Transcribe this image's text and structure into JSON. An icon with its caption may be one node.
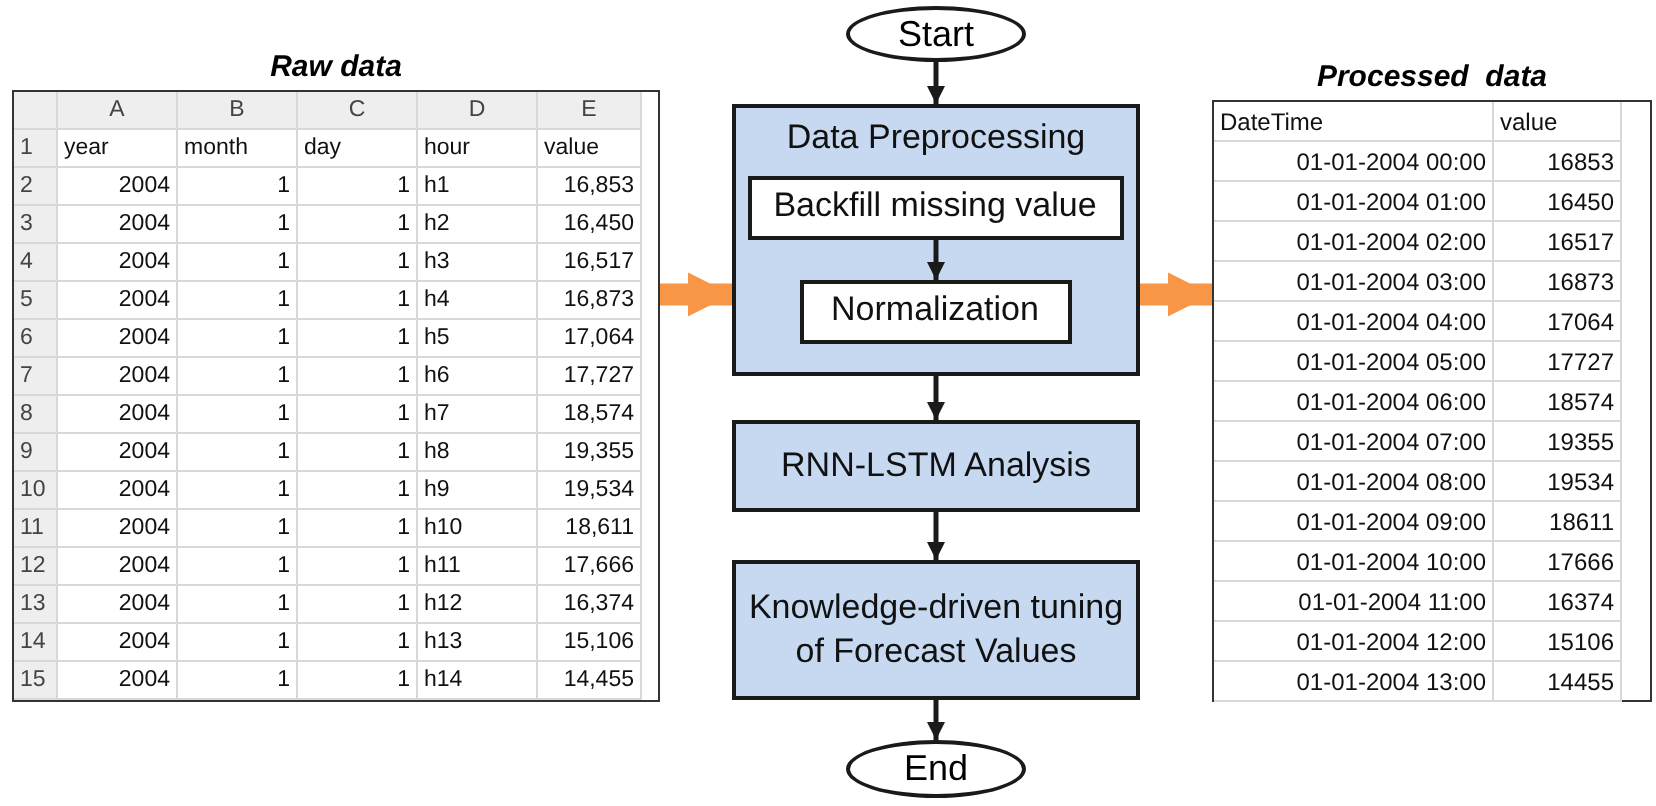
{
  "diagram": {
    "nodes": [
      {
        "text": [
          "Start"
        ]
      },
      {
        "text": [
          "Raw data"
        ]
      },
      {
        "text": [
          "Data Preprocessing"
        ]
      },
      {
        "text": [
          "Backfill missing value"
        ],
        "in": 2
      },
      {
        "text": [
          "Normalization"
        ],
        "in": 2
      },
      {
        "text": [
          "Processed  data"
        ]
      },
      {
        "text": [
          "RNN-LSTM Analysis"
        ]
      },
      {
        "text": [
          "Knowledge-driven tuning of Forecast Values"
        ]
      },
      {
        "text": [
          "End"
        ]
      }
    ],
    "edges": [
      {
        "from": 0,
        "to": 2,
        "arrow": "to"
      },
      {
        "from": 3,
        "to": 4,
        "arrow": "to"
      },
      {
        "from": 1,
        "to": 2,
        "arrow": "to",
        "style": "thick",
        "color": "#f79646"
      },
      {
        "from": 2,
        "to": 5,
        "arrow": "to",
        "style": "thick",
        "color": "#f79646"
      },
      {
        "from": 2,
        "to": 6,
        "arrow": "to"
      },
      {
        "from": 6,
        "to": 7,
        "arrow": "to"
      },
      {
        "from": 7,
        "to": 8,
        "arrow": "to"
      }
    ],
    "labels": [
      "A",
      "B",
      "C",
      "D",
      "E",
      "1",
      "year",
      "month",
      "day",
      "hour",
      "value",
      "2",
      "2004",
      "1",
      "1",
      "h1",
      "16,853",
      "3",
      "2004",
      "1",
      "1",
      "h2",
      "16,450",
      "4",
      "2004",
      "1",
      "1",
      "h3",
      "16,517",
      "5",
      "2004",
      "1",
      "1",
      "h4",
      "16,873",
      "6",
      "2004",
      "1",
      "1",
      "h5",
      "17,064",
      "7",
      "2004",
      "1",
      "1",
      "h6",
      "17,727",
      "8",
      "2004",
      "1",
      "1",
      "h7",
      "18,574",
      "9",
      "2004",
      "1",
      "1",
      "h8",
      "19,355",
      "10",
      "2004",
      "1",
      "1",
      "h9",
      "19,534",
      "11",
      "2004",
      "1",
      "1",
      "h10",
      "18,611",
      "12",
      "2004",
      "1",
      "1",
      "h11",
      "17,666",
      "13",
      "2004",
      "1",
      "1",
      "h12",
      "16,374",
      "14",
      "2004",
      "1",
      "1",
      "h13",
      "15,106",
      "15",
      "2004",
      "1",
      "1",
      "h14",
      "14,455",
      "DateTime",
      "value",
      "01-01-2004 00:00",
      "16853",
      "01-01-2004 01:00",
      "16450",
      "01-01-2004 02:00",
      "16517",
      "01-01-2004 03:00",
      "16873",
      "01-01-2004 04:00",
      "17064",
      "01-01-2004 05:00",
      "17727",
      "01-01-2004 06:00",
      "18574",
      "01-01-2004 07:00",
      "19355",
      "01-01-2004 08:00",
      "19534",
      "01-01-2004 09:00",
      "18611",
      "01-01-2004 10:00",
      "17666",
      "01-01-2004 11:00",
      "16374",
      "01-01-2004 12:00",
      "15106",
      "01-01-2004 13:00",
      "14455"
    ]
  }
}
